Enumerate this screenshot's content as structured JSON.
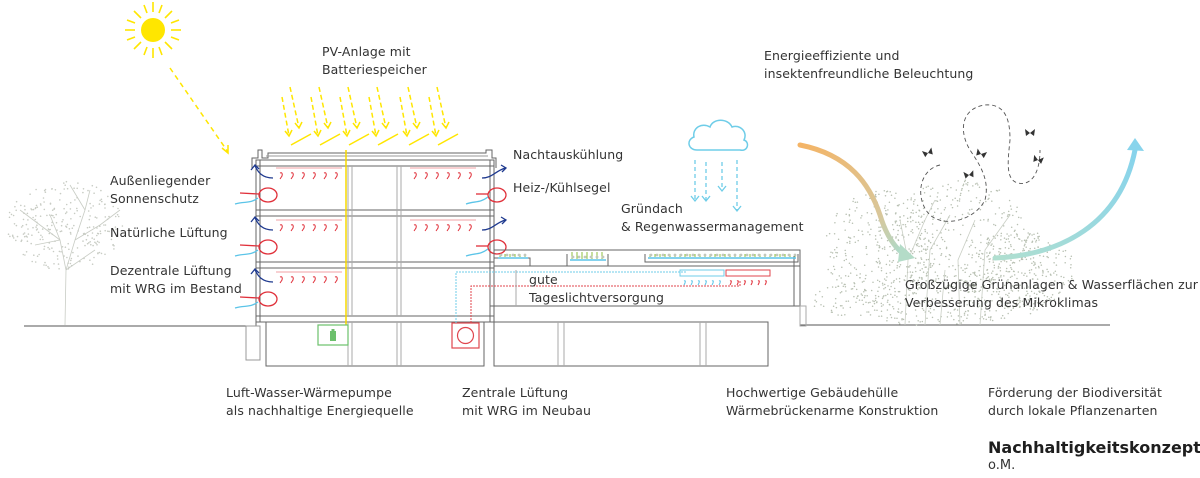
{
  "title": "Nachhaltigkeitskonzept",
  "subtitle": "o.M.",
  "labels": {
    "pv": [
      "PV-Anlage mit",
      "Batteriespeicher"
    ],
    "sonnenschutz": [
      "Außenliegender",
      "Sonnenschutz"
    ],
    "lueftung": [
      "Natürliche Lüftung"
    ],
    "dezentral": [
      "Dezentrale Lüftung",
      "mit WRG im Bestand"
    ],
    "nachtauskuehlung": [
      "Nachtauskühlung"
    ],
    "heizkuehl": [
      "Heiz-/Kühlsegel"
    ],
    "gruendach": [
      "Gründach",
      "& Regenwassermanagement"
    ],
    "tageslicht": [
      "gute",
      "Tageslichtversorgung"
    ],
    "beleuchtung": [
      "Energieeffiziente und",
      "insektenfreundliche Beleuchtung"
    ],
    "gruenanlagen": [
      "Großzügige Grünanlagen & Wasserflächen zur",
      "Verbesserung des Mikroklimas"
    ],
    "waermepumpe": [
      "Luft-Wasser-Wärmepumpe",
      "als nachhaltige Energiequelle"
    ],
    "zentral": [
      "Zentrale Lüftung",
      "mit WRG im Neubau"
    ],
    "gebaeudehuelle": [
      "Hochwertige Gebäudehülle",
      "Wärmebrückenarme Konstruktion"
    ],
    "biodiversitaet": [
      "Förderung der Biodiversität",
      "durch lokale Pflanzenarten"
    ]
  },
  "icons": {
    "sun": "sun-icon",
    "cloud": "cloud-icon",
    "battery": "battery-icon",
    "heat_pump": "heat-pump-icon",
    "butterfly": "butterfly-icon"
  },
  "colors": {
    "sun": "#ffe600",
    "pv_line": "#f5d800",
    "warm": "#e0303a",
    "cool": "#5bc4e8",
    "exhaust": "#1f3a8f",
    "structure": "#555555",
    "battery": "#5cb85c",
    "vegetation": "#a8b4a0",
    "orange_arrow": "#f2b46a",
    "blue_arrow": "#8dd6ec",
    "teal_arrow": "#a6dccf"
  }
}
